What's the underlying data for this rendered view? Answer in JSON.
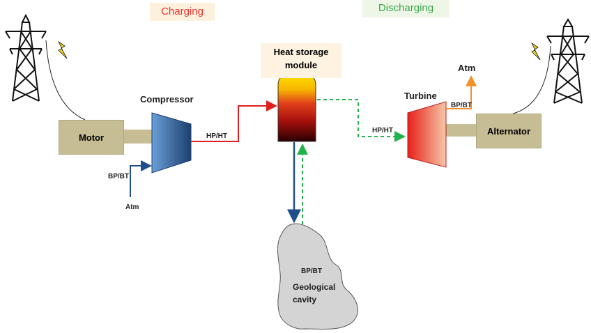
{
  "modes": {
    "charging": "Charging",
    "discharging": "Discharging"
  },
  "components": {
    "motor": "Motor",
    "compressor": "Compressor",
    "heat_storage_line1": "Heat storage",
    "heat_storage_line2": "module",
    "turbine": "Turbine",
    "alternator": "Alternator",
    "cavity_line1": "Geological",
    "cavity_line2": "cavity"
  },
  "flow_labels": {
    "compressor_inlet": "BP/BT",
    "compressor_atm": "Atm",
    "compressor_outlet": "HP/HT",
    "turbine_inlet": "HP/HT",
    "turbine_outlet": "BP/BT",
    "turbine_atm": "Atm",
    "cavity_state": "BP/BT"
  },
  "colors": {
    "charging_text": "#e8352f",
    "discharging_text": "#3aa84a",
    "charging_flow": "#e02020",
    "discharging_flow": "#22b24c",
    "low_pressure_flow": "#1f4e8c",
    "exhaust_flow": "#f4902a",
    "shaft": "#c6bd95"
  },
  "icons": [
    "power-pylon-icon",
    "lightning-bolt-icon"
  ]
}
